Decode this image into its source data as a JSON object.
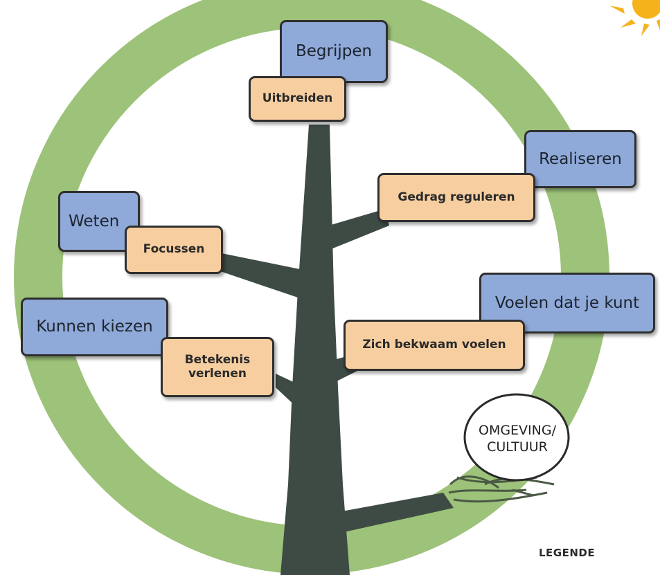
{
  "colors": {
    "ring": "#9dc27a",
    "trunk": "#3d4b44",
    "blue_box": "#8fa9d8",
    "peach_box": "#f7cea0",
    "sun": "#f6b21b"
  },
  "boxes": {
    "begrijpen": "Begrijpen",
    "uitbreiden": "Uitbreiden",
    "realiseren": "Realiseren",
    "gedrag_reguleren": "Gedrag reguleren",
    "weten": "Weten",
    "focussen": "Focussen",
    "voelen_dat_je_kunt": "Voelen dat je kunt",
    "zich_bekwaam_voelen": "Zich bekwaam voelen",
    "kunnen_kiezen": "Kunnen kiezen",
    "betekenis_verlenen": "Betekenis\nverlenen"
  },
  "environment_circle": {
    "label": "OMGEVING/\nCULTUUR",
    "icon": "nest-icon"
  },
  "legend": "LEGENDE",
  "decor_icons": [
    "sun-icon",
    "tree-trunk",
    "green-ring"
  ]
}
